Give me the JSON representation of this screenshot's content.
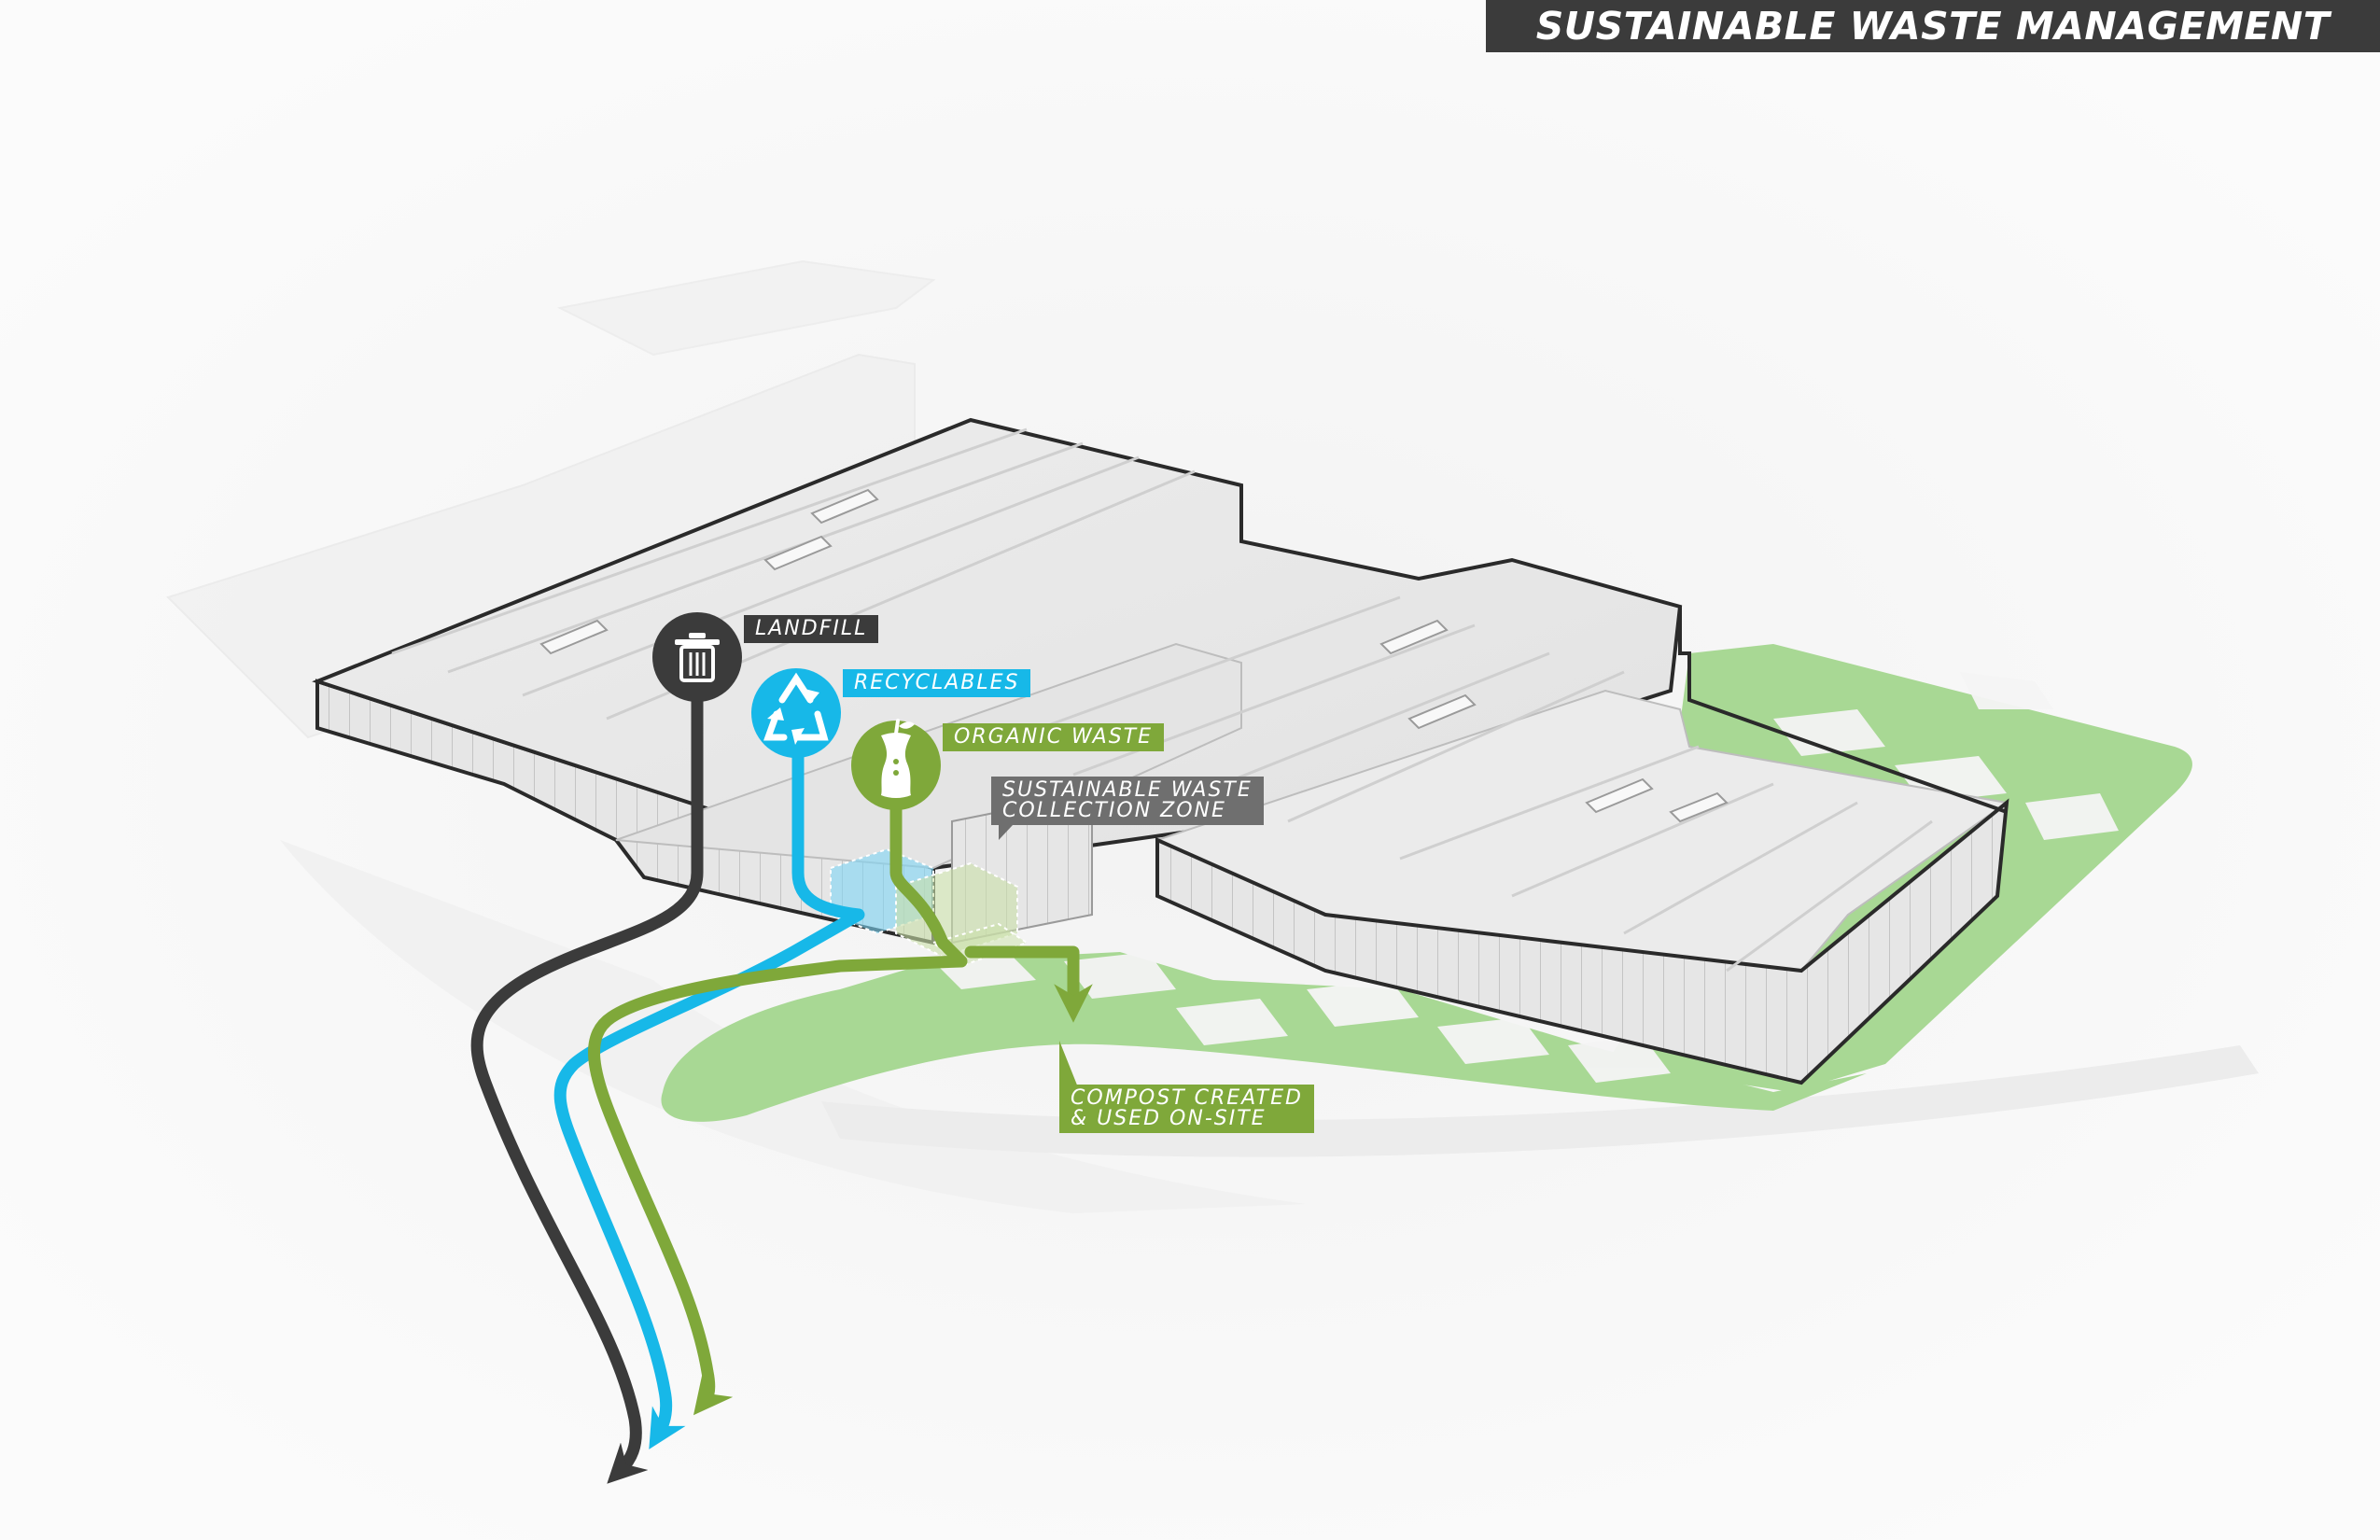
{
  "title": "SUSTAINABLE WASTE MANAGEMENT",
  "labels": {
    "landfill": "LANDFILL",
    "recyclables": "RECYCLABLES",
    "organic": "ORGANIC WASTE",
    "zone_line1": "SUSTAINABLE WASTE",
    "zone_line2": "COLLECTION ZONE",
    "compost_line1": "COMPOST CREATED",
    "compost_line2": "& USED ON-SITE"
  },
  "icons": {
    "landfill": "trash-can-icon",
    "recyclables": "recycle-icon",
    "organic": "apple-core-icon"
  },
  "colors": {
    "landfill": "#3b3b3b",
    "recyclables": "#17b8e8",
    "organic": "#7fa83a",
    "zone": "#6f6f6f",
    "lawn": "#a8d894"
  }
}
